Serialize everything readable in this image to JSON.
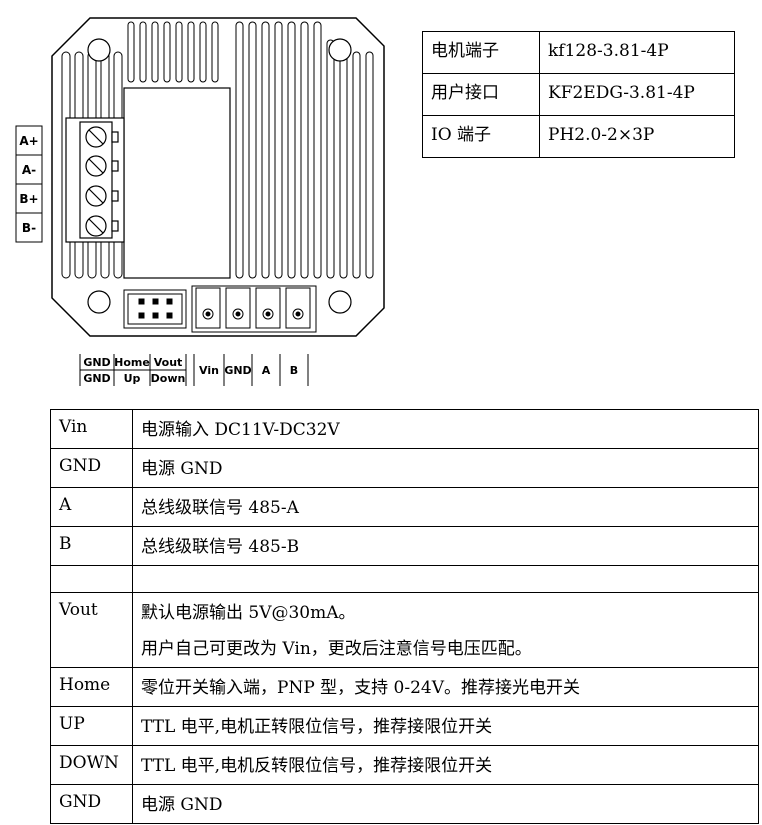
{
  "terminals_left": [
    "A+",
    "A-",
    "B+",
    "B-"
  ],
  "io_labels": {
    "row1": [
      "GND",
      "Home",
      "Vout"
    ],
    "row2": [
      "GND",
      "Up",
      "Down"
    ]
  },
  "power_labels": [
    "Vin",
    "GND",
    "A",
    "B"
  ],
  "connectors": [
    {
      "name": "电机端子",
      "value": "kf128-3.81-4P"
    },
    {
      "name": "用户接口",
      "value": "KF2EDG-3.81-4P"
    },
    {
      "name": "IO 端子",
      "value": "PH2.0-2×3P"
    }
  ],
  "pins": [
    {
      "name": "Vin",
      "desc": [
        "电源输入 DC11V-DC32V"
      ]
    },
    {
      "name": "GND",
      "desc": [
        "电源 GND"
      ]
    },
    {
      "name": "A",
      "desc": [
        "总线级联信号 485-A"
      ]
    },
    {
      "name": "B",
      "desc": [
        "总线级联信号 485-B"
      ]
    },
    {
      "name": "",
      "desc": [
        ""
      ]
    },
    {
      "name": "Vout",
      "desc": [
        "默认电源输出 5V@30mA。",
        "用户自己可更改为 Vin，更改后注意信号电压匹配。"
      ]
    },
    {
      "name": "Home",
      "desc": [
        "零位开关输入端，PNP 型，支持 0-24V。推荐接光电开关"
      ]
    },
    {
      "name": "UP",
      "desc": [
        "TTL 电平,电机正转限位信号，推荐接限位开关"
      ]
    },
    {
      "name": "DOWN",
      "desc": [
        "TTL 电平,电机反转限位信号，推荐接限位开关"
      ]
    },
    {
      "name": "GND",
      "desc": [
        "电源 GND"
      ]
    }
  ]
}
